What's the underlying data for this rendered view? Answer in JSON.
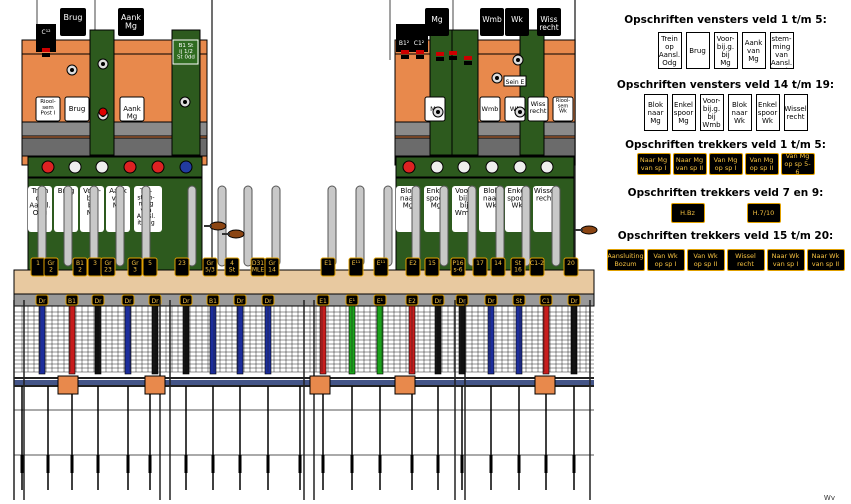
{
  "colors": {
    "orange": "#e8894c",
    "panel_green": "#2d5a1e",
    "rod_blue": "#1c2d9c",
    "rod_red": "#c81d1d",
    "rod_black": "#111111",
    "rod_green": "#1aa31a",
    "tag_text": "#f4c040",
    "frame_grey": "#999999"
  },
  "machine": {
    "top_tags": {
      "left": [
        "Brug",
        "Aank\nMg"
      ],
      "right": [
        "Mg",
        "Wmb",
        "Wk",
        "Wiss\nrecht"
      ]
    },
    "small_boxes": {
      "left": [
        "C¹²",
        "B1 St\nij 1/2\nSt 0dd"
      ],
      "right": [
        "B1²",
        "C1²",
        "Sein E"
      ]
    },
    "left_windows": [
      "Riool-\nsem\nPost I",
      "Brug",
      "Aank\nMg"
    ],
    "right_windows": [
      "Mg",
      "Wmb",
      "Wk",
      "Wiss\nrecht",
      "Riool-\nsem\nWk"
    ],
    "left_lever_labels": [
      "Trein\nop\nAansl.\nOdg",
      "Brug",
      "Voor-\nbij.\nbij\nMg",
      "Aank\nvan\nMg",
      "Toe-\nstem-\nming\nvan\nAansl.\nit.0dg"
    ],
    "right_lever_labels": [
      "Blok\nnaar\nMg",
      "Enkel\nspoor\nMg",
      "Voor-\nbij.\nbij\nWmb",
      "Blok\nnaar\nWk",
      "Enkel\nspoor\nWk",
      "Wissel\nrecht"
    ],
    "number_tags": [
      "1",
      "Gr\n2",
      "B1\n2",
      "3",
      "Gr\n23",
      "Gr\n3",
      "5",
      "23",
      "Gr\n5/3",
      "4\nSt",
      "D31\nMLE",
      "Gr\n14",
      "E1",
      "E¹¹",
      "E¹¹",
      "E2",
      "15",
      "P16\ns-6",
      "17",
      "14",
      "St\n16",
      "C1-2",
      "20"
    ],
    "lower_tags": [
      "Dr",
      "B1",
      "Dr",
      "Dr",
      "Dr",
      "Dr",
      "B1",
      "Dr",
      "Dr",
      "E1",
      "E¹",
      "E¹",
      "E2",
      "Dr",
      "Dr",
      "Dr",
      "St",
      "C1",
      "Dr"
    ]
  },
  "legend": {
    "h1": "Opschriften vensters veld 1 t/m 5:",
    "win1": [
      "Trein\nop\nAansl.\nOdg",
      "Brug",
      "Voor-\nbij.g.\nbij\nMg",
      "Aank\nvan\nMg",
      "Toe-\nstem-\nming\nvan\nAansl.\nit.Odg"
    ],
    "h2": "Opschriften vensters veld 14 t/m 19:",
    "win14": [
      "Blok\nnaar\nMg",
      "Enkel\nspoor\nMg",
      "Voor-\nbij.g.\nbij\nWmb",
      "Blok\nnaar\nWk",
      "Enkel\nspoor\nWk",
      "Wissel\nrecht"
    ],
    "h3": "Opschriften trekkers veld 1 t/m 5:",
    "trek1": [
      "Naar Mg\nvan sp I",
      "Naar Mg\nvan sp II",
      "Van Mg\nop sp I",
      "Van Mg\nop sp II",
      "Van Mg\nop sp 5-6"
    ],
    "h4": "Opschriften trekkers veld 7 en 9:",
    "trek7": [
      "H.Bz",
      "H.7/10"
    ],
    "h5": "Opschriften trekkers veld 15 t/m 20:",
    "trek15": [
      "Aansluiting\nBozum",
      "Van Wk\nop sp I",
      "Van Wk\nop sp II",
      "Wissel\nrecht",
      "Naar Wk\nvan sp I",
      "Naar Wk\nvan sp II"
    ]
  },
  "signature": "Wv"
}
